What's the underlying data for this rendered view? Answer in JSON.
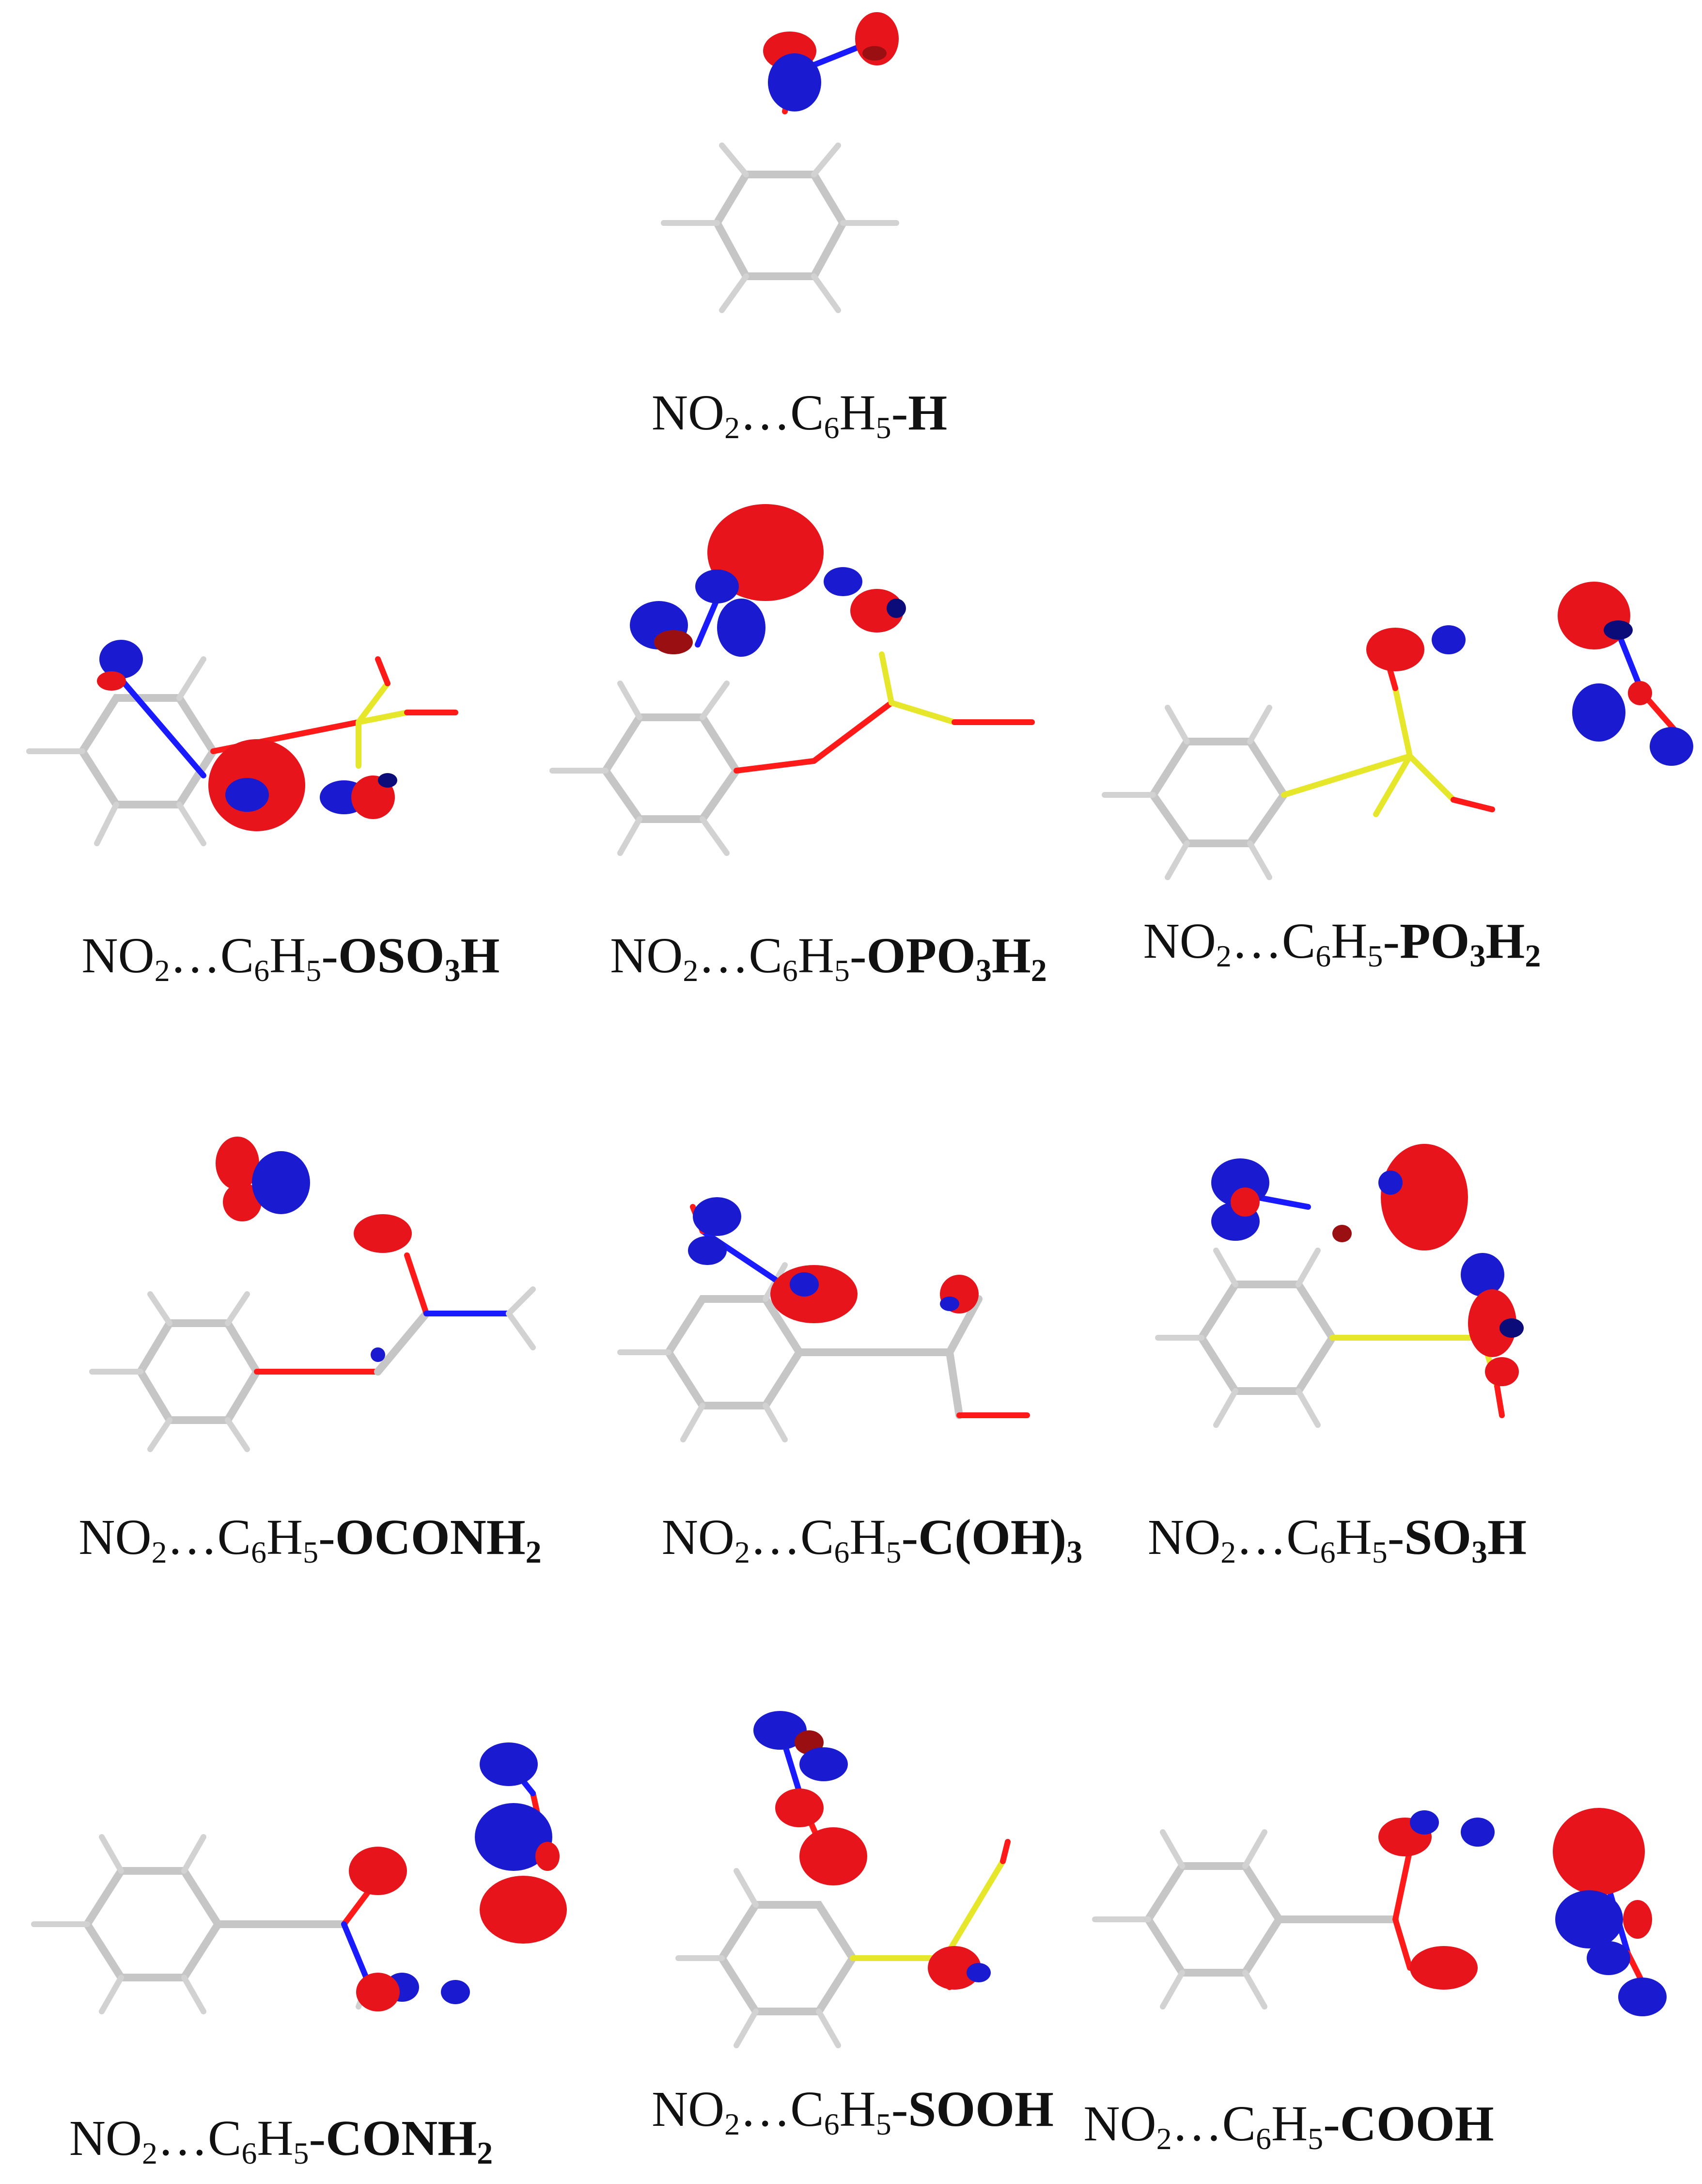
{
  "molecules": [
    {
      "id": "h",
      "caption": {
        "base": "NO",
        "sub1": "2",
        "dots": "…C",
        "sub2": "6",
        "h": "H",
        "sub3": "5",
        "dash": "-",
        "group": [
          {
            "t": "H"
          }
        ]
      }
    },
    {
      "id": "oso3h",
      "caption": {
        "base": "NO",
        "sub1": "2",
        "dots": "…C",
        "sub2": "6",
        "h": "H",
        "sub3": "5",
        "dash": "-",
        "group": [
          {
            "t": "OSO"
          },
          {
            "s": "3"
          },
          {
            "t": "H"
          }
        ]
      }
    },
    {
      "id": "opo3h2",
      "caption": {
        "base": "NO",
        "sub1": "2",
        "dots": "…C",
        "sub2": "6",
        "h": "H",
        "sub3": "5",
        "dash": "-",
        "group": [
          {
            "t": "OPO"
          },
          {
            "s": "3"
          },
          {
            "t": "H"
          },
          {
            "s": "2"
          }
        ]
      }
    },
    {
      "id": "po3h2",
      "caption": {
        "base": "NO",
        "sub1": "2",
        "dots": "…C",
        "sub2": "6",
        "h": "H",
        "sub3": "5",
        "dash": "-",
        "group": [
          {
            "t": "PO"
          },
          {
            "s": "3"
          },
          {
            "t": "H"
          },
          {
            "s": "2"
          }
        ]
      }
    },
    {
      "id": "oconh2",
      "caption": {
        "base": "NO",
        "sub1": "2",
        "dots": "…C",
        "sub2": "6",
        "h": "H",
        "sub3": "5",
        "dash": "-",
        "group": [
          {
            "t": "OCONH"
          },
          {
            "s": "2"
          }
        ]
      }
    },
    {
      "id": "coh3",
      "caption": {
        "base": "NO",
        "sub1": "2",
        "dots": "…C",
        "sub2": "6",
        "h": "H",
        "sub3": "5",
        "dash": "-",
        "group": [
          {
            "t": "C(OH)"
          },
          {
            "s": "3"
          }
        ]
      }
    },
    {
      "id": "so3h",
      "caption": {
        "base": "NO",
        "sub1": "2",
        "dots": "…C",
        "sub2": "6",
        "h": "H",
        "sub3": "5",
        "dash": "-",
        "group": [
          {
            "t": "SO"
          },
          {
            "s": "3"
          },
          {
            "t": "H"
          }
        ]
      }
    },
    {
      "id": "conh2",
      "caption": {
        "base": "NO",
        "sub1": "2",
        "dots": "…C",
        "sub2": "6",
        "h": "H",
        "sub3": "5",
        "dash": "-",
        "group": [
          {
            "t": "CONH"
          },
          {
            "s": "2"
          }
        ]
      }
    },
    {
      "id": "sooh",
      "caption": {
        "base": "NO",
        "sub1": "2",
        "dots": "…C",
        "sub2": "6",
        "h": "H",
        "sub3": "5",
        "dash": "-",
        "group": [
          {
            "t": "SOOH"
          }
        ]
      }
    },
    {
      "id": "cooh",
      "caption": {
        "base": "NO",
        "sub1": "2",
        "dots": "…C",
        "sub2": "6",
        "h": "H",
        "sub3": "5",
        "dash": "-",
        "group": [
          {
            "t": "COOH"
          }
        ]
      }
    }
  ],
  "colors": {
    "positive_lobe": "#e8141c",
    "negative_lobe": "#1a1ad0",
    "carbon_bond": "#c6c6c6",
    "oxygen_bond": "#ff1a1a",
    "nitrogen_bond": "#1a1aff",
    "sulfur_phosphorus_bond": "#e6e62a"
  }
}
